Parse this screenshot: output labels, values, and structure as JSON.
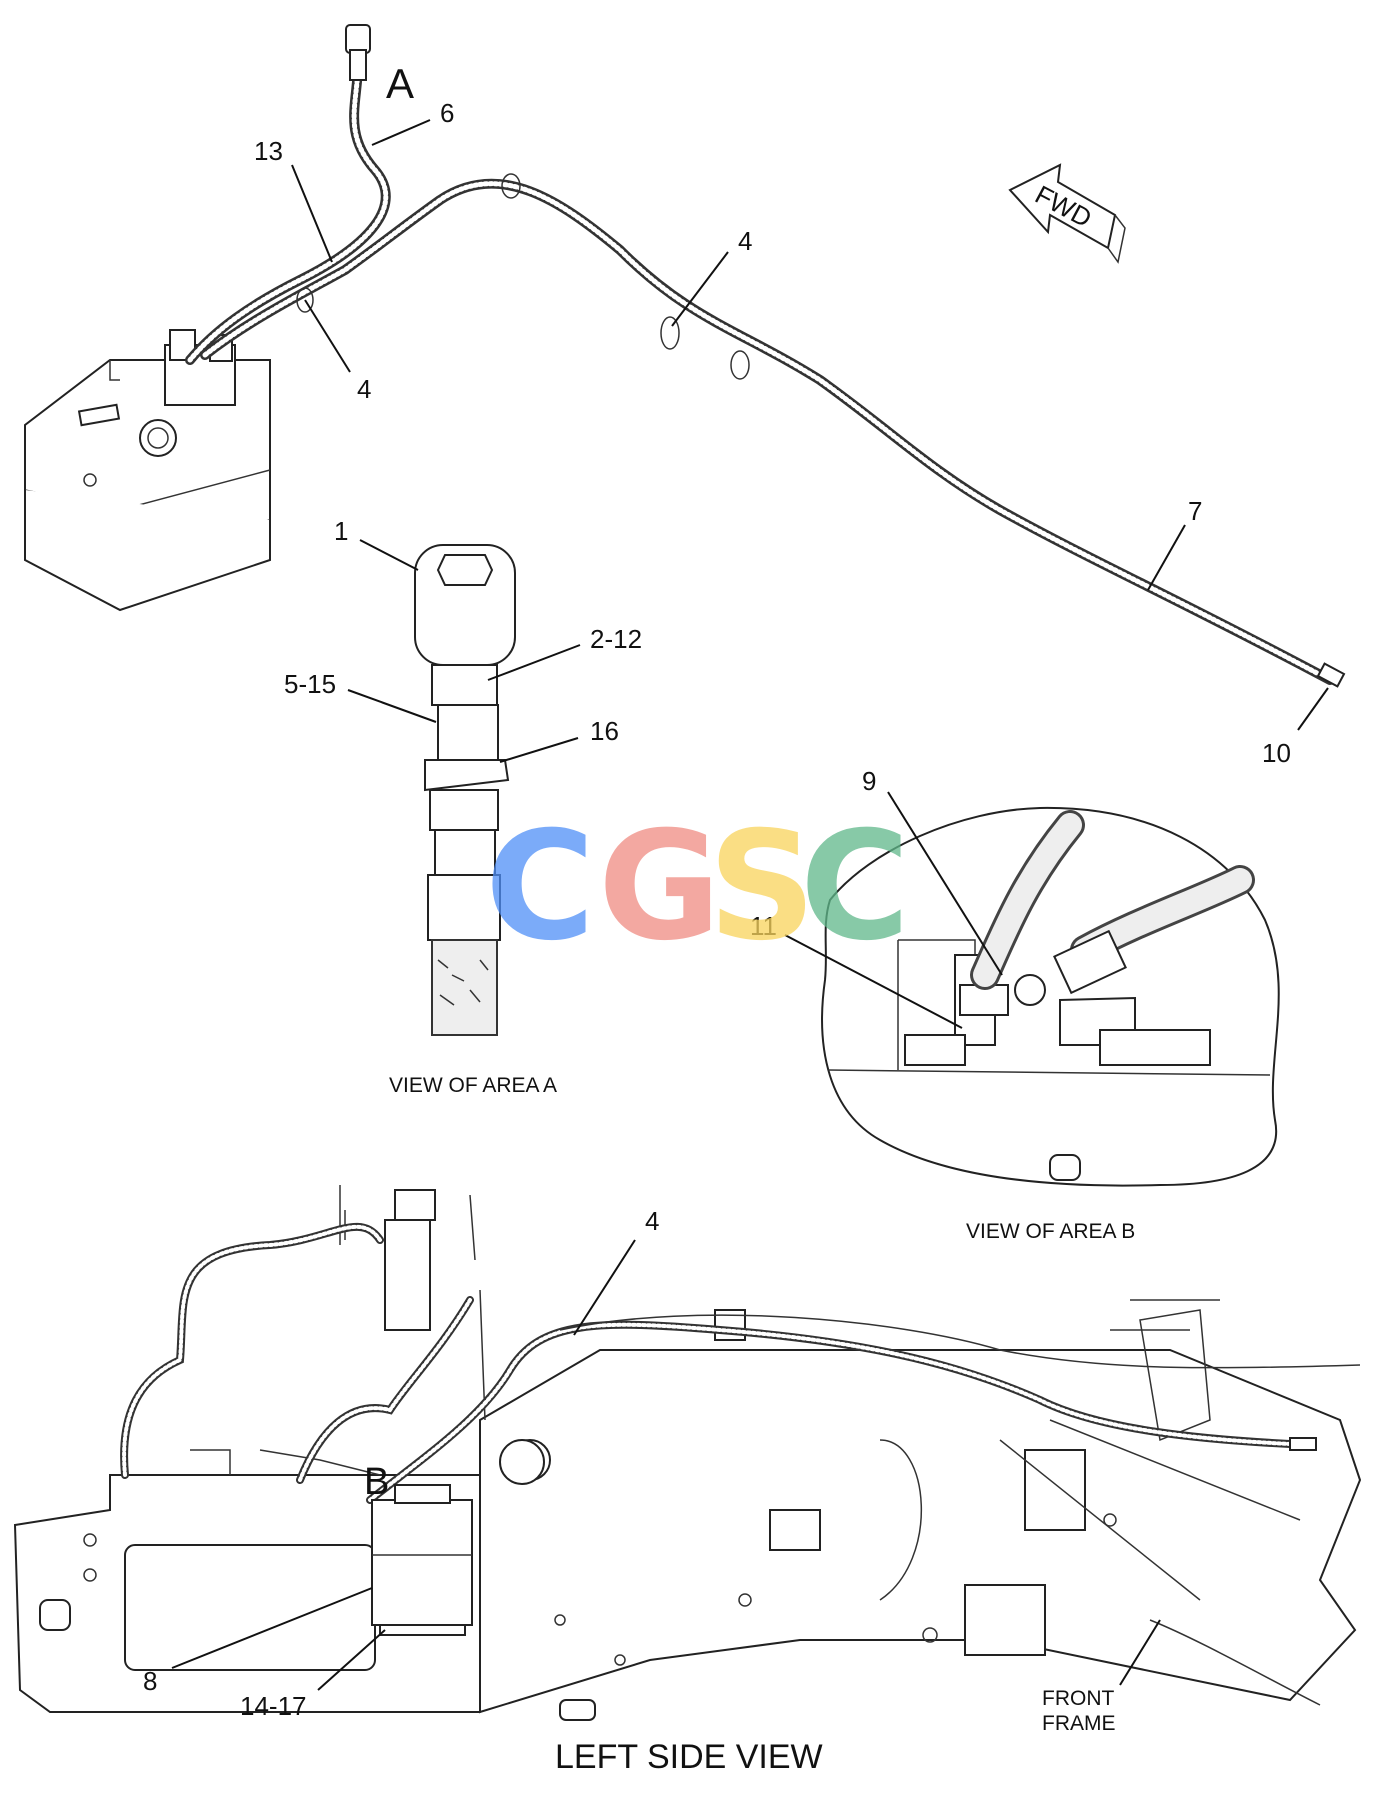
{
  "callouts": {
    "c1": "1",
    "c2_12": "2-12",
    "c5_15": "5-15",
    "c16": "16",
    "c13": "13",
    "c6": "6",
    "c4a": "4",
    "c4b": "4",
    "c4c": "4",
    "c7": "7",
    "c10": "10",
    "c9": "9",
    "c11": "11",
    "c8": "8",
    "c14_17": "14-17"
  },
  "area_letters": {
    "a": "A",
    "b": "B"
  },
  "fwd_arrow_label": "FWD",
  "captions": {
    "view_area_a": "VIEW OF AREA A",
    "view_area_b": "VIEW OF AREA B",
    "front_frame_line1": "FRONT",
    "front_frame_line2": "FRAME",
    "left_side_view": "LEFT SIDE VIEW"
  },
  "watermark": {
    "letters": [
      "C",
      "G",
      "S",
      "C"
    ],
    "colors": [
      "#4f8ff7",
      "#f08c82",
      "#f9d45c",
      "#5fb88a"
    ]
  }
}
